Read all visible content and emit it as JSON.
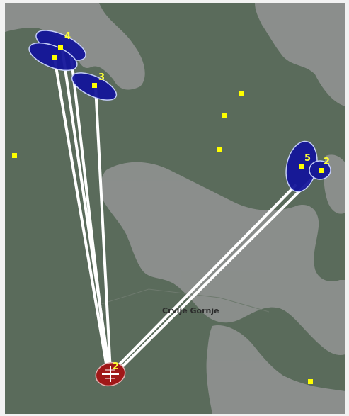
{
  "map": {
    "place_name": "Crvlje Gornje",
    "colors": {
      "land_dark": "#5a6b5b",
      "land_light": "#8f9190",
      "frame": "#f2f2f2",
      "ellipse_fill": "#15169a",
      "ellipse_stroke": "#c9d2ff",
      "line": "#ffffff",
      "marker": "#ffff00",
      "label": "#ffff33",
      "origin_fill": "#a01818",
      "place_text": "#2b2b2b"
    },
    "clusters": [
      {
        "id": "c4",
        "label": "4",
        "icon": "blue-ellipse-cluster"
      },
      {
        "id": "c3",
        "label": "3",
        "icon": "blue-ellipse-cluster"
      },
      {
        "id": "c5",
        "label": "5",
        "icon": "blue-ellipse-cluster"
      },
      {
        "id": "c2",
        "label": "2",
        "icon": "blue-ellipse-cluster"
      }
    ],
    "origin": {
      "label": "2",
      "icon": "red-origin-marker"
    },
    "marker_icon": "yellow-square-marker"
  }
}
